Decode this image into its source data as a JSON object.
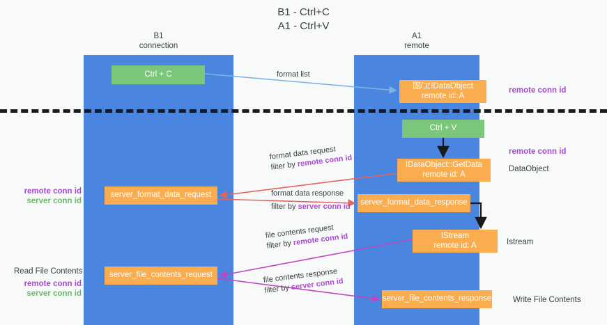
{
  "title": {
    "line1": "B1 - Ctrl+C",
    "line2": "A1 - Ctrl+V"
  },
  "lanes": [
    {
      "name": "B1",
      "subtitle": "connection"
    },
    {
      "name": "A1",
      "subtitle": "remote"
    }
  ],
  "nodes": {
    "ctrl_c": {
      "line1": "Ctrl + C"
    },
    "idataobject": {
      "line1": "固/ヱIDataObject",
      "line2": "remote id: A"
    },
    "ctrl_v": {
      "line1": "Ctrl + V"
    },
    "getdata": {
      "line1": "IDataObject::GetData",
      "line2": "remote id: A"
    },
    "server_format_data_request": {
      "line1": "server_format_data_request"
    },
    "server_format_data_response": {
      "line1": "server_format_data_response"
    },
    "istream": {
      "line1": "IStream",
      "line2": "remote id: A"
    },
    "server_file_contents_request": {
      "line1": "server_file_contents_request"
    },
    "server_file_contents_response": {
      "line1": "server_file_contents_response"
    }
  },
  "edge_labels": {
    "format_list": "format list",
    "format_data_request": "format data request",
    "format_data_request_filter_prefix": "filter by ",
    "format_data_request_filter_key": "remote conn id",
    "format_data_response": "format data response",
    "format_data_response_filter_prefix": "filter by ",
    "format_data_response_filter_key": "server conn id",
    "file_contents_request": "file contents request",
    "file_contents_request_filter_prefix": "filter by ",
    "file_contents_request_filter_key": "remote conn id",
    "file_contents_response": "file contents response",
    "file_contents_response_filter_prefix": "filter by ",
    "file_contents_response_filter_key": "server conn id"
  },
  "annotations": {
    "right_remote_conn_id_top": "remote conn id",
    "right_remote_conn_id_mid": "remote conn id",
    "right_dataobject": "DataObject",
    "right_istream": "Istream",
    "right_write_file_contents": "Write File Contents",
    "left_remote_conn_id_mid": "remote conn id",
    "left_server_conn_id_mid": "server conn id",
    "left_read_file_contents": "Read File Contents",
    "left_remote_conn_id_bottom": "remote conn id",
    "left_server_conn_id_bottom": "server conn id"
  },
  "colors": {
    "lane": "#4a86e0",
    "green_node": "#7bc67b",
    "orange_node": "#f9ad4e",
    "background": "#f8f9f9",
    "divider": "#1a1a1a",
    "arrow_blue": "#7fb2e5",
    "arrow_red": "#e2645f",
    "arrow_magenta": "#c146c1",
    "arrow_black": "#1a1a1a",
    "key_remote": "#a64ad1",
    "key_server_green": "#6aba6a",
    "text": "#3c4043"
  }
}
